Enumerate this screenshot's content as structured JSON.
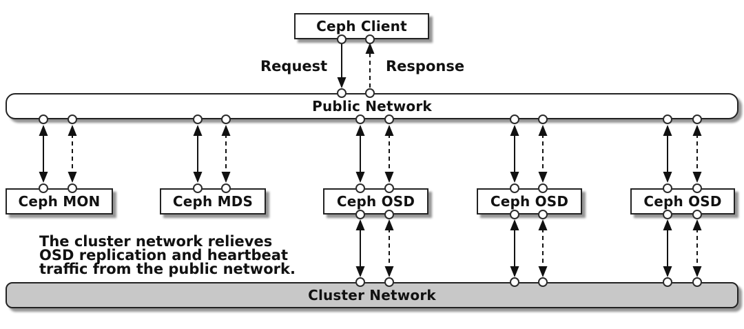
{
  "diagram": {
    "client": {
      "label": "Ceph Client"
    },
    "request_label": "Request",
    "response_label": "Response",
    "public_network": {
      "label": "Public Network"
    },
    "cluster_network": {
      "label": "Cluster Network"
    },
    "nodes": [
      {
        "label": "Ceph MON"
      },
      {
        "label": "Ceph MDS"
      },
      {
        "label": "Ceph OSD"
      },
      {
        "label": "Ceph OSD"
      },
      {
        "label": "Ceph OSD"
      }
    ],
    "annotation": {
      "line1": "The cluster network relieves",
      "line2": "OSD replication and heartbeat",
      "line3": "traffic from the public network."
    },
    "edges": {
      "solid_style": "solid double-headed arrow",
      "dashed_style": "dashed double-headed arrow"
    },
    "colors": {
      "background": "#ffffff",
      "box_fill": "#ffffff",
      "cluster_fill": "#c8c8c8",
      "border": "#222222",
      "line": "#111111",
      "text": "#111111"
    }
  }
}
